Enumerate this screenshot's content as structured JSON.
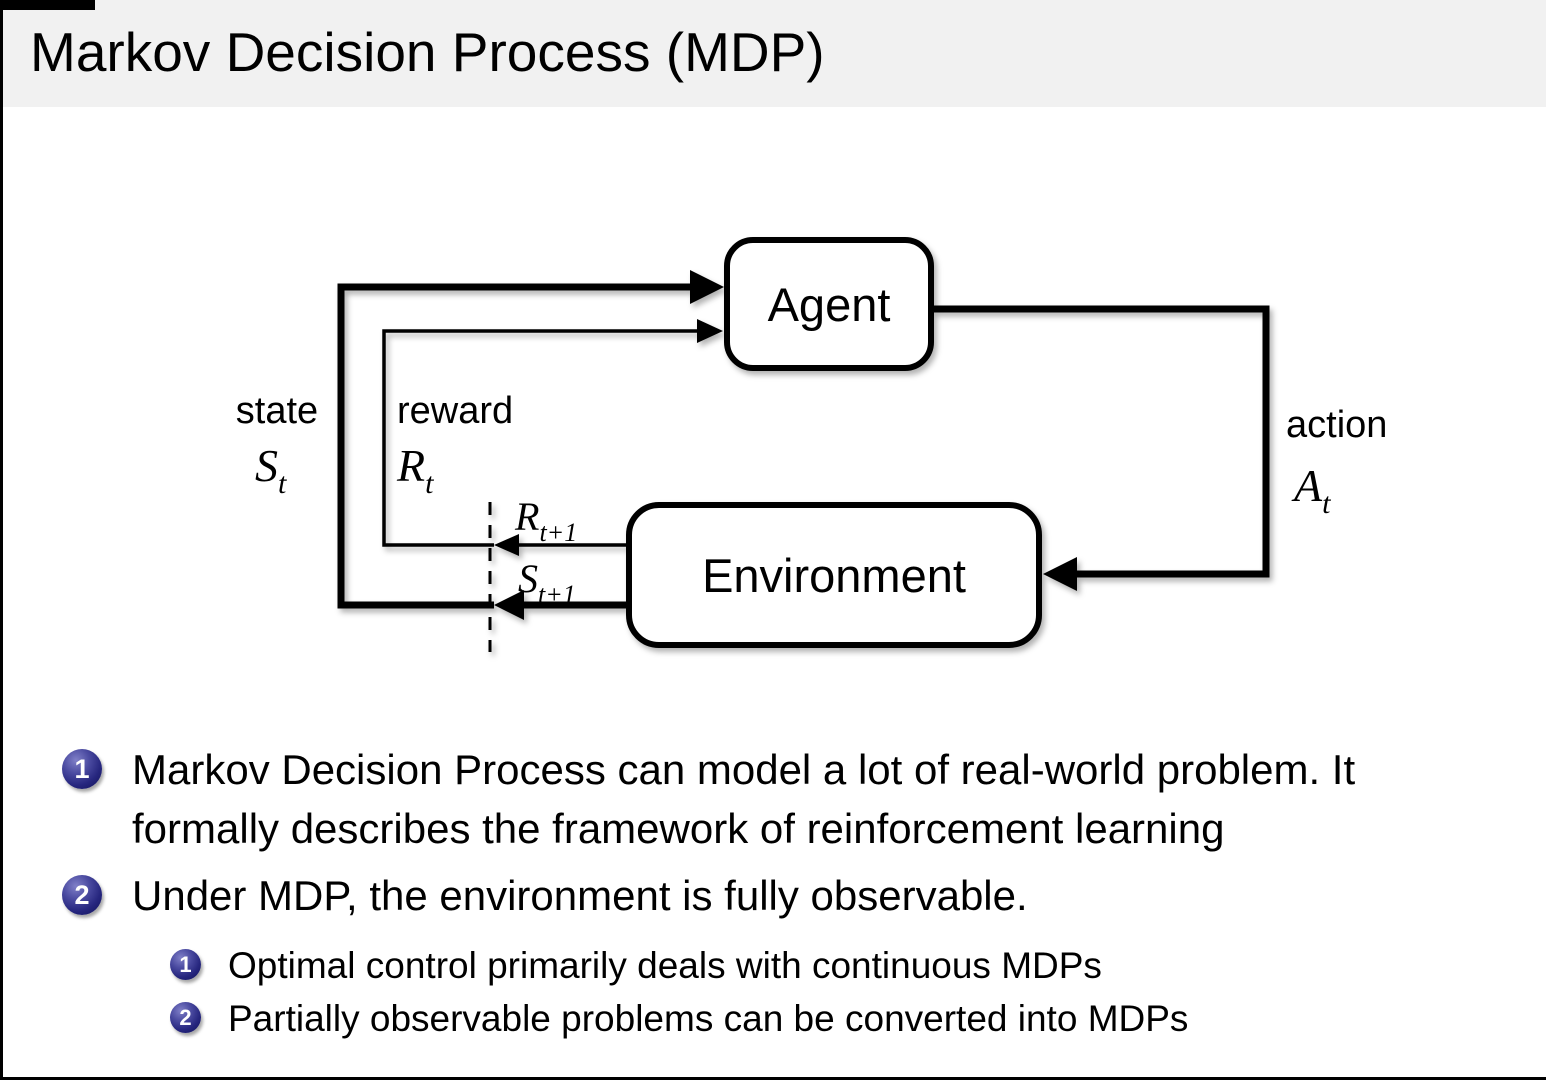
{
  "title": "Markov Decision Process (MDP)",
  "diagram": {
    "agent": "Agent",
    "environment": "Environment",
    "state": {
      "word": "state",
      "sym": "S",
      "sub": "t"
    },
    "reward": {
      "word": "reward",
      "sym": "R",
      "sub": "t"
    },
    "action": {
      "word": "action",
      "sym": "A",
      "sub": "t"
    },
    "next_reward": {
      "sym": "R",
      "sub": "t+1"
    },
    "next_state": {
      "sym": "S",
      "sub": "t+1"
    }
  },
  "bullets": {
    "item1": {
      "num": "1",
      "text": "Markov Decision Process can model a lot of real-world problem. It formally describes the framework of reinforcement learning"
    },
    "item2": {
      "num": "2",
      "text": "Under MDP, the environment is fully observable."
    },
    "item2_sub1": {
      "num": "1",
      "text": "Optimal control primarily deals with continuous MDPs"
    },
    "item2_sub2": {
      "num": "2",
      "text": "Partially observable problems can be converted into MDPs"
    }
  },
  "colors": {
    "title_bg": "#f1f1f1",
    "ball": "#26267e",
    "line": "#000000"
  }
}
